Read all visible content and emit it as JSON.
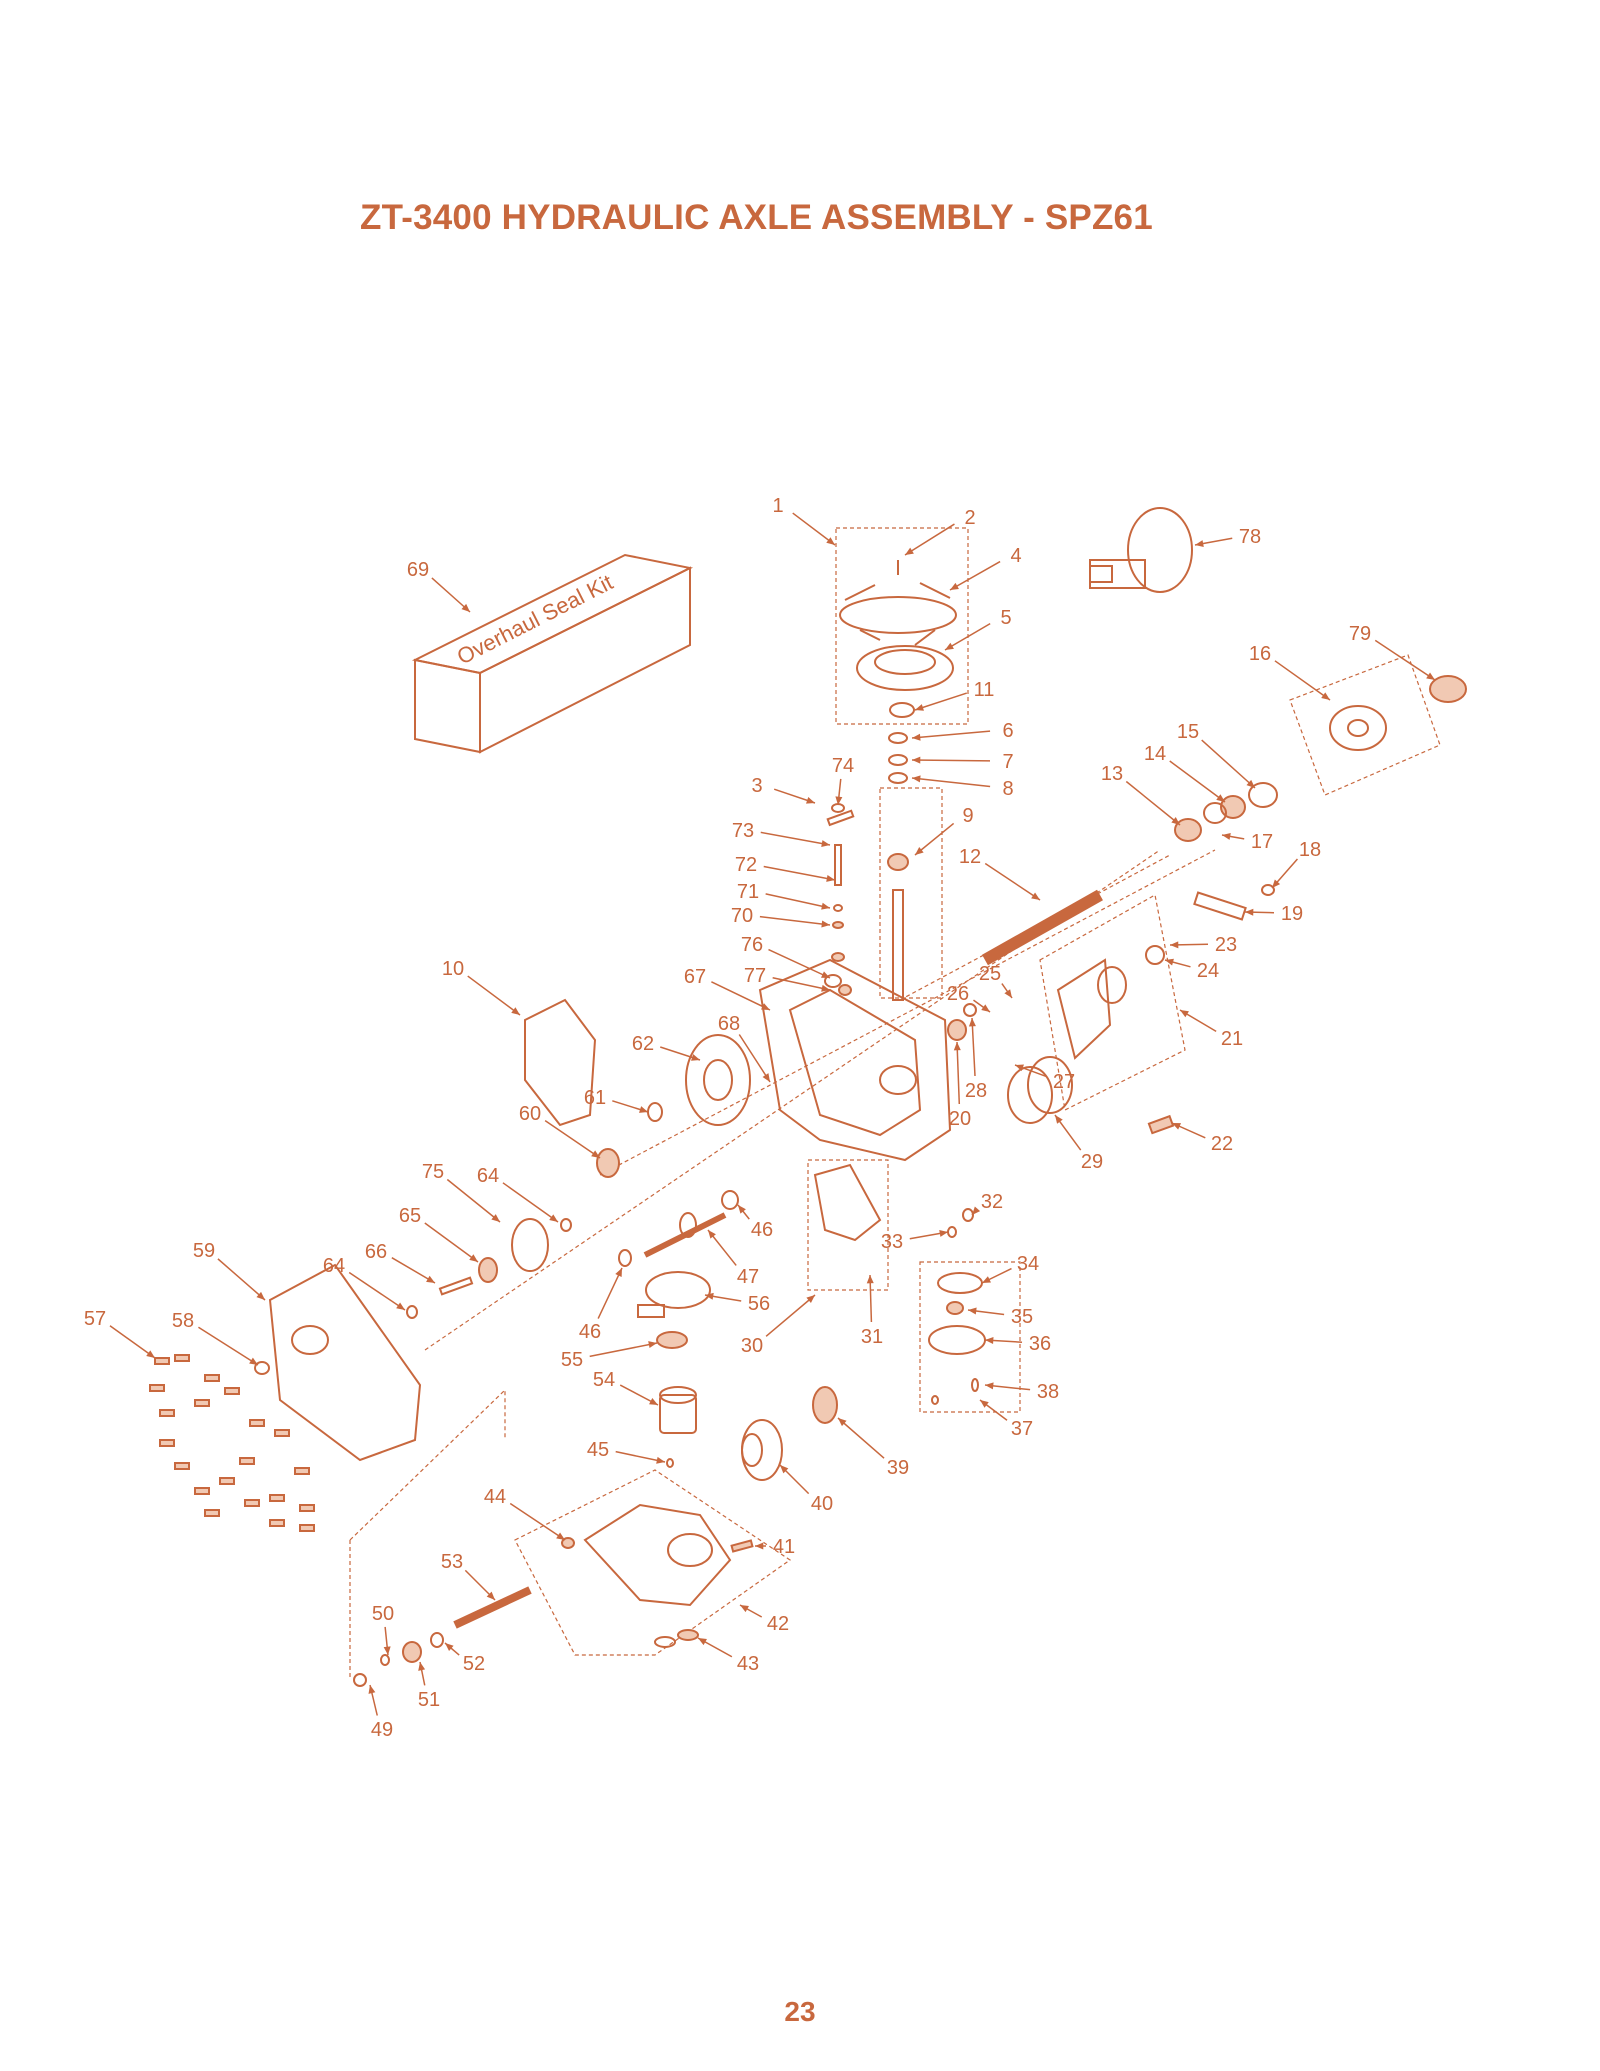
{
  "page": {
    "title": "ZT-3400 HYDRAULIC AXLE ASSEMBLY - SPZ61",
    "page_number": "23"
  },
  "seal_kit": {
    "label": "Overhaul Seal Kit"
  },
  "colors": {
    "accent": "#c8683e",
    "fill": "#f1c9b3"
  },
  "callouts": [
    {
      "id": "1",
      "text": "1"
    },
    {
      "id": "2",
      "text": "2"
    },
    {
      "id": "3",
      "text": "3"
    },
    {
      "id": "4",
      "text": "4"
    },
    {
      "id": "5",
      "text": "5"
    },
    {
      "id": "6",
      "text": "6"
    },
    {
      "id": "7",
      "text": "7"
    },
    {
      "id": "8",
      "text": "8"
    },
    {
      "id": "9",
      "text": "9"
    },
    {
      "id": "10",
      "text": "10"
    },
    {
      "id": "11",
      "text": "11"
    },
    {
      "id": "12",
      "text": "12"
    },
    {
      "id": "13",
      "text": "13"
    },
    {
      "id": "14",
      "text": "14"
    },
    {
      "id": "15",
      "text": "15"
    },
    {
      "id": "16",
      "text": "16"
    },
    {
      "id": "17",
      "text": "17"
    },
    {
      "id": "18",
      "text": "18"
    },
    {
      "id": "19",
      "text": "19"
    },
    {
      "id": "20",
      "text": "20"
    },
    {
      "id": "21",
      "text": "21"
    },
    {
      "id": "22",
      "text": "22"
    },
    {
      "id": "23",
      "text": "23"
    },
    {
      "id": "24",
      "text": "24"
    },
    {
      "id": "25",
      "text": "25"
    },
    {
      "id": "26",
      "text": "26"
    },
    {
      "id": "27",
      "text": "27"
    },
    {
      "id": "28",
      "text": "28"
    },
    {
      "id": "29",
      "text": "29"
    },
    {
      "id": "30",
      "text": "30"
    },
    {
      "id": "31",
      "text": "31"
    },
    {
      "id": "32",
      "text": "32"
    },
    {
      "id": "33",
      "text": "33"
    },
    {
      "id": "34",
      "text": "34"
    },
    {
      "id": "35",
      "text": "35"
    },
    {
      "id": "36",
      "text": "36"
    },
    {
      "id": "37",
      "text": "37"
    },
    {
      "id": "38",
      "text": "38"
    },
    {
      "id": "39",
      "text": "39"
    },
    {
      "id": "40",
      "text": "40"
    },
    {
      "id": "41",
      "text": "41"
    },
    {
      "id": "42",
      "text": "42"
    },
    {
      "id": "43",
      "text": "43"
    },
    {
      "id": "44",
      "text": "44"
    },
    {
      "id": "45",
      "text": "45"
    },
    {
      "id": "46a",
      "text": "46"
    },
    {
      "id": "46b",
      "text": "46"
    },
    {
      "id": "47",
      "text": "47"
    },
    {
      "id": "49",
      "text": "49"
    },
    {
      "id": "50",
      "text": "50"
    },
    {
      "id": "51",
      "text": "51"
    },
    {
      "id": "52",
      "text": "52"
    },
    {
      "id": "53",
      "text": "53"
    },
    {
      "id": "54",
      "text": "54"
    },
    {
      "id": "55",
      "text": "55"
    },
    {
      "id": "56",
      "text": "56"
    },
    {
      "id": "57",
      "text": "57"
    },
    {
      "id": "58",
      "text": "58"
    },
    {
      "id": "59",
      "text": "59"
    },
    {
      "id": "60",
      "text": "60"
    },
    {
      "id": "61",
      "text": "61"
    },
    {
      "id": "62",
      "text": "62"
    },
    {
      "id": "64a",
      "text": "64"
    },
    {
      "id": "64b",
      "text": "64"
    },
    {
      "id": "65",
      "text": "65"
    },
    {
      "id": "66",
      "text": "66"
    },
    {
      "id": "67",
      "text": "67"
    },
    {
      "id": "68",
      "text": "68"
    },
    {
      "id": "69",
      "text": "69"
    },
    {
      "id": "70",
      "text": "70"
    },
    {
      "id": "71",
      "text": "71"
    },
    {
      "id": "72",
      "text": "72"
    },
    {
      "id": "73",
      "text": "73"
    },
    {
      "id": "74",
      "text": "74"
    },
    {
      "id": "75",
      "text": "75"
    },
    {
      "id": "76",
      "text": "76"
    },
    {
      "id": "77",
      "text": "77"
    },
    {
      "id": "78",
      "text": "78"
    },
    {
      "id": "79",
      "text": "79"
    }
  ]
}
